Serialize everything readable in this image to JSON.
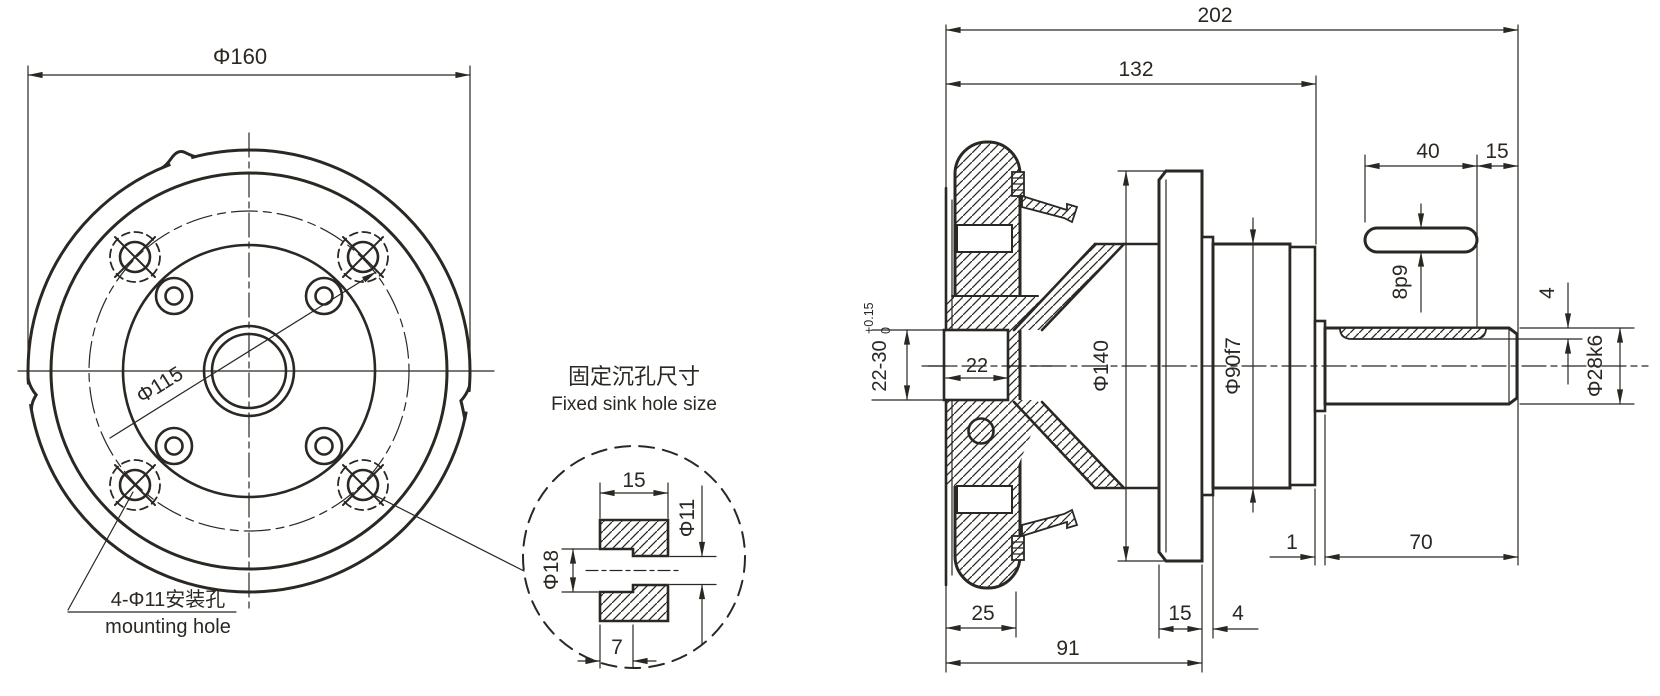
{
  "meta": {
    "background": "#ffffff",
    "ink": "#2b2723",
    "drawing_type": "engineering-drawing"
  },
  "front_view": {
    "diameter_label": "Φ160",
    "bolt_circle_label": "Φ115",
    "mounting_hole_note_zh": "4-Φ11安装孔",
    "mounting_hole_note_en": "mounting hole"
  },
  "detail_view": {
    "title_zh": "固定沉孔尺寸",
    "title_en": "Fixed sink hole size",
    "counterbore_width": "15",
    "hole_diameter": "Φ11",
    "counterbore_diameter": "Φ18",
    "counterbore_depth": "7"
  },
  "side_view": {
    "overall_length": "202",
    "body_length": "132",
    "key_length": "40",
    "shaft_end_offset": "15",
    "key_width": "8p9",
    "keyway_depth": "4",
    "shaft_diameter": "Φ28k6",
    "hub_bore_range": "22-30",
    "hub_bore_tol_upper": "+0.15",
    "hub_bore_tol_lower": "0",
    "hub_bore_width": "22",
    "flange_diameter": "Φ140",
    "spigot_diameter": "Φ90f7",
    "pulley_width": "25",
    "flange_thickness": "15",
    "flange_gap": "4",
    "hub_length": "91",
    "collar_width": "1",
    "shaft_length": "70"
  }
}
